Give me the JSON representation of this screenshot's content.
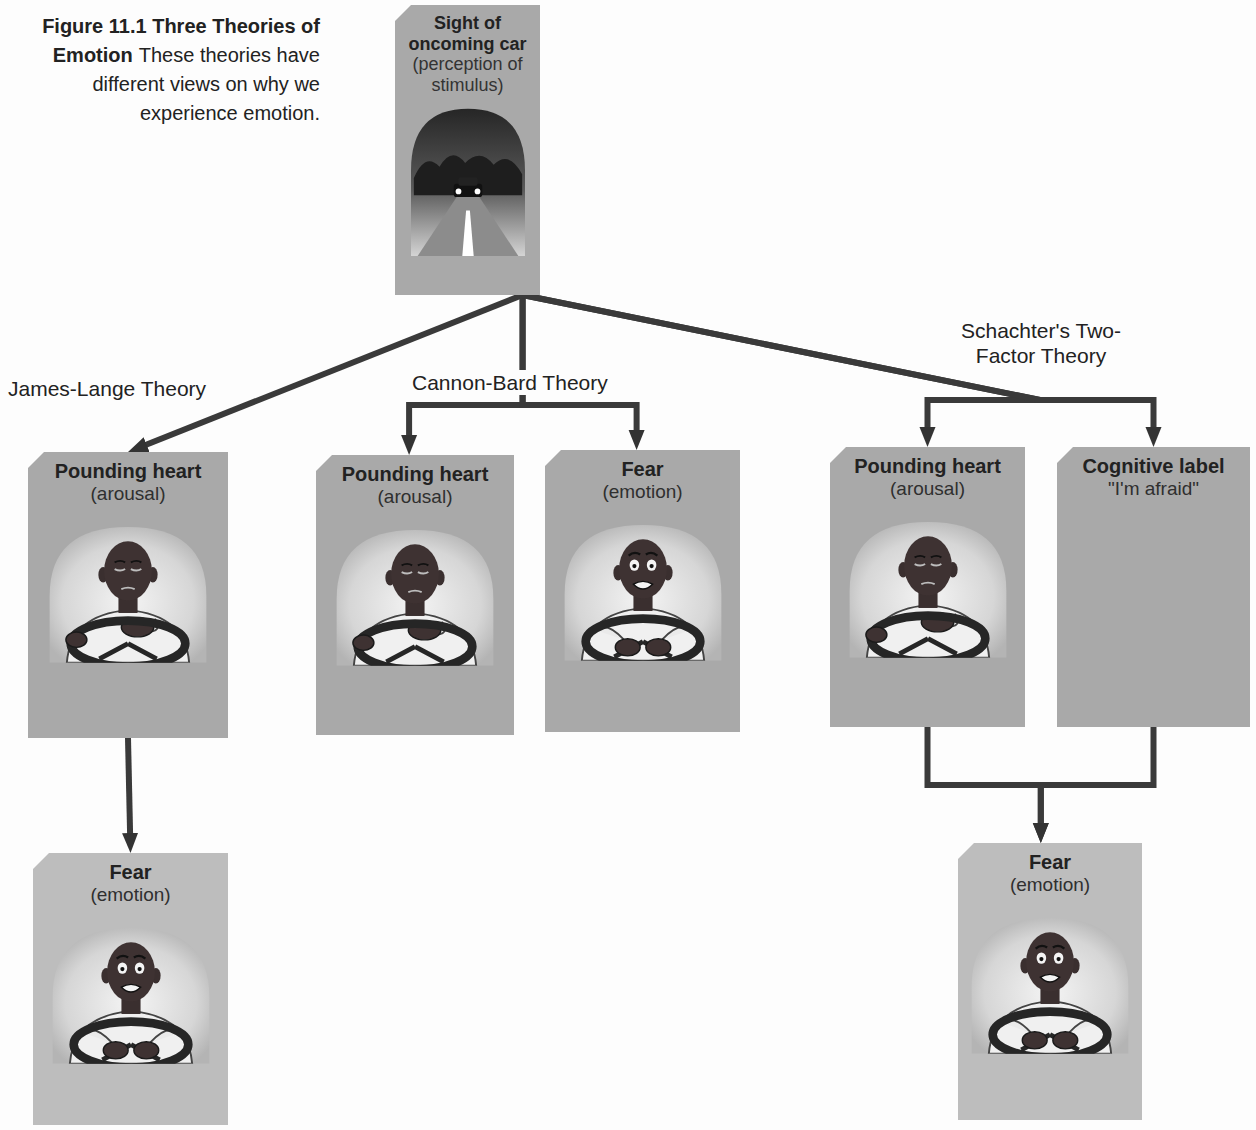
{
  "diagram": {
    "title": "Figure 11.1 Three Theories of Emotion",
    "caption": "These theories have different views on why we experience emotion.",
    "nodes": [
      {
        "text": [
          "Sight of oncoming car",
          "(perception of stimulus)"
        ]
      },
      {
        "text": [
          "Pounding heart",
          "(arousal)"
        ]
      },
      {
        "text": [
          "Pounding heart",
          "(arousal)"
        ]
      },
      {
        "text": [
          "Fear",
          "(emotion)"
        ]
      },
      {
        "text": [
          "Pounding heart",
          "(arousal)"
        ]
      },
      {
        "text": [
          "Cognitive label",
          "\"I'm afraid\""
        ]
      },
      {
        "text": [
          "Fear",
          "(emotion)"
        ]
      },
      {
        "text": [
          "Fear",
          "(emotion)"
        ]
      }
    ],
    "edges": [
      {
        "from": 0,
        "to": 1,
        "arrow": "to",
        "label": "James-Lange Theory"
      },
      {
        "from": 0,
        "to": 2,
        "arrow": "to",
        "label": "Cannon-Bard Theory"
      },
      {
        "from": 0,
        "to": 3,
        "arrow": "to"
      },
      {
        "from": 0,
        "to": 4,
        "arrow": "to",
        "label": "Schachter's Two-Factor Theory"
      },
      {
        "from": 0,
        "to": 5,
        "arrow": "to"
      },
      {
        "from": 1,
        "to": 6,
        "arrow": "to"
      },
      {
        "from": 4,
        "to": 7,
        "arrow": "to"
      },
      {
        "from": 5,
        "to": 7,
        "arrow": "to"
      }
    ]
  }
}
